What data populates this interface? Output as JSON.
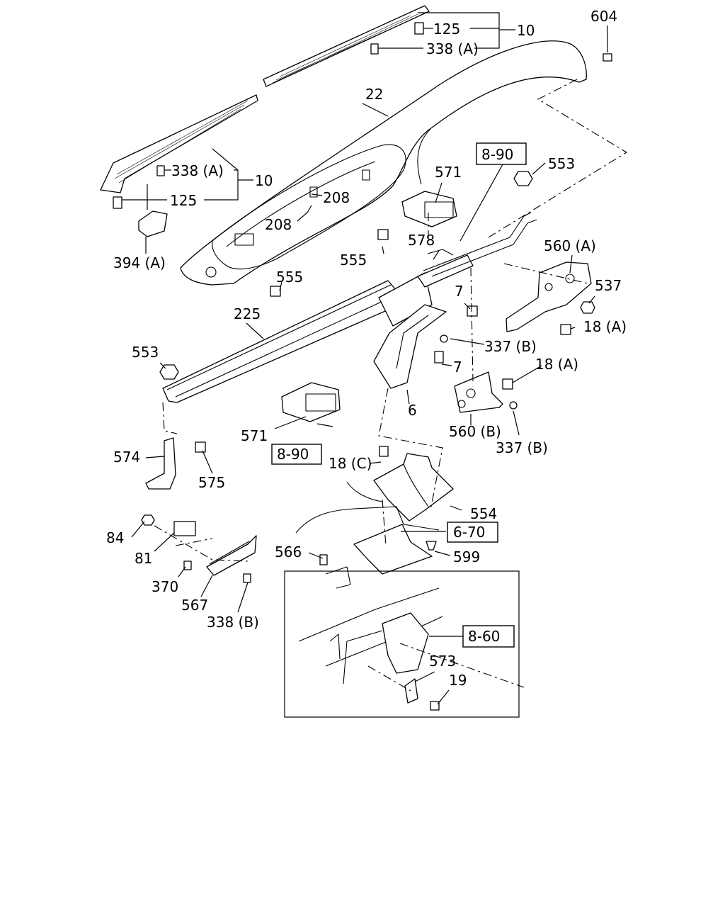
{
  "callouts": [
    {
      "id": "c604",
      "text": "604"
    },
    {
      "id": "c125_top",
      "text": "125"
    },
    {
      "id": "c10_top",
      "text": "10"
    },
    {
      "id": "c338a_top",
      "text": "338 (A)"
    },
    {
      "id": "c22",
      "text": "22"
    },
    {
      "id": "c338a_left",
      "text": "338 (A)"
    },
    {
      "id": "c10_left",
      "text": "10"
    },
    {
      "id": "c125_left",
      "text": "125"
    },
    {
      "id": "c208_a",
      "text": "208"
    },
    {
      "id": "c208_b",
      "text": "208"
    },
    {
      "id": "c394a",
      "text": "394 (A)"
    },
    {
      "id": "c571_top",
      "text": "571"
    },
    {
      "id": "c553_top",
      "text": "553"
    },
    {
      "id": "c578",
      "text": "578"
    },
    {
      "id": "c555_a",
      "text": "555"
    },
    {
      "id": "c555_b",
      "text": "555"
    },
    {
      "id": "c560a",
      "text": "560 (A)"
    },
    {
      "id": "c537",
      "text": "537"
    },
    {
      "id": "c7_a",
      "text": "7"
    },
    {
      "id": "c225",
      "text": "225"
    },
    {
      "id": "c18a_a",
      "text": "18 (A)"
    },
    {
      "id": "c337b_a",
      "text": "337 (B)"
    },
    {
      "id": "c553_left",
      "text": "553"
    },
    {
      "id": "c7_b",
      "text": "7"
    },
    {
      "id": "c18a_b",
      "text": "18 (A)"
    },
    {
      "id": "c6",
      "text": "6"
    },
    {
      "id": "c571_bot",
      "text": "571"
    },
    {
      "id": "c560b",
      "text": "560 (B)"
    },
    {
      "id": "c337b_b",
      "text": "337 (B)"
    },
    {
      "id": "c574",
      "text": "574"
    },
    {
      "id": "c18c",
      "text": "18 (C)"
    },
    {
      "id": "c575",
      "text": "575"
    },
    {
      "id": "c554",
      "text": "554"
    },
    {
      "id": "c84",
      "text": "84"
    },
    {
      "id": "c81",
      "text": "81"
    },
    {
      "id": "c566",
      "text": "566"
    },
    {
      "id": "c599",
      "text": "599"
    },
    {
      "id": "c370",
      "text": "370"
    },
    {
      "id": "c567",
      "text": "567"
    },
    {
      "id": "c338b",
      "text": "338 (B)"
    },
    {
      "id": "c573",
      "text": "573"
    },
    {
      "id": "c19",
      "text": "19"
    }
  ],
  "references": [
    {
      "id": "r890_top",
      "text": "8-90"
    },
    {
      "id": "r890_bot",
      "text": "8-90"
    },
    {
      "id": "r670",
      "text": "6-70"
    },
    {
      "id": "r860",
      "text": "8-60"
    }
  ]
}
